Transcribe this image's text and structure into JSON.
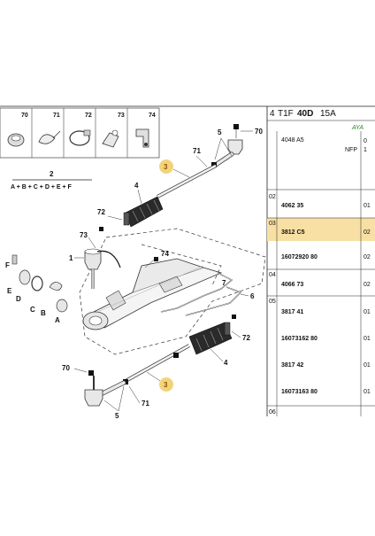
{
  "header": {
    "prefix": "4",
    "model_a": "T1F",
    "model_b": "40D",
    "model_c": "15A",
    "tag": "AYA"
  },
  "top_icons": [
    "70",
    "71",
    "72",
    "73",
    "74"
  ],
  "kit_label": {
    "number": "2",
    "formula": "A + B + C + D + E + F"
  },
  "callouts": {
    "c70_top": "70",
    "c5_top": "5",
    "c3_top": "3",
    "c4_top": "4",
    "c72_top": "72",
    "c73": "73",
    "c1": "1",
    "c74": "74",
    "c7": "7",
    "c6": "6",
    "c72_bottom": "72",
    "c4_bottom": "4",
    "c3_bottom": "3",
    "c70_bottom": "70",
    "c5_bottom": "5",
    "c71_bottom": "71",
    "c71_top": "71",
    "F": "F",
    "E": "E",
    "D": "D",
    "C": "C",
    "B": "B",
    "A": "A"
  },
  "table": {
    "top_ref": "4048 A5",
    "top_note": "NFP",
    "groups": [
      {
        "idx": "02",
        "rows": [
          {
            "ref": "4062 35",
            "qty": "01"
          }
        ]
      },
      {
        "idx": "03",
        "highlight": true,
        "rows": [
          {
            "ref": "3812 C5",
            "qty": "02"
          },
          {
            "ref": "16072920 80",
            "qty": "02"
          }
        ]
      },
      {
        "idx": "04",
        "rows": [
          {
            "ref": "4066 73",
            "qty": "02"
          }
        ]
      },
      {
        "idx": "05",
        "rows": [
          {
            "ref": "3817 41",
            "qty": "01"
          },
          {
            "ref": "16073162 80",
            "qty": "01"
          },
          {
            "ref": "3817 42",
            "qty": "01"
          },
          {
            "ref": "16073163 80",
            "qty": "01"
          }
        ]
      },
      {
        "idx": "06",
        "rows": []
      }
    ]
  },
  "colors": {
    "highlight": "#f8dfa4",
    "badge": "#f5d27a",
    "tag_green": "#2a8a2a"
  }
}
